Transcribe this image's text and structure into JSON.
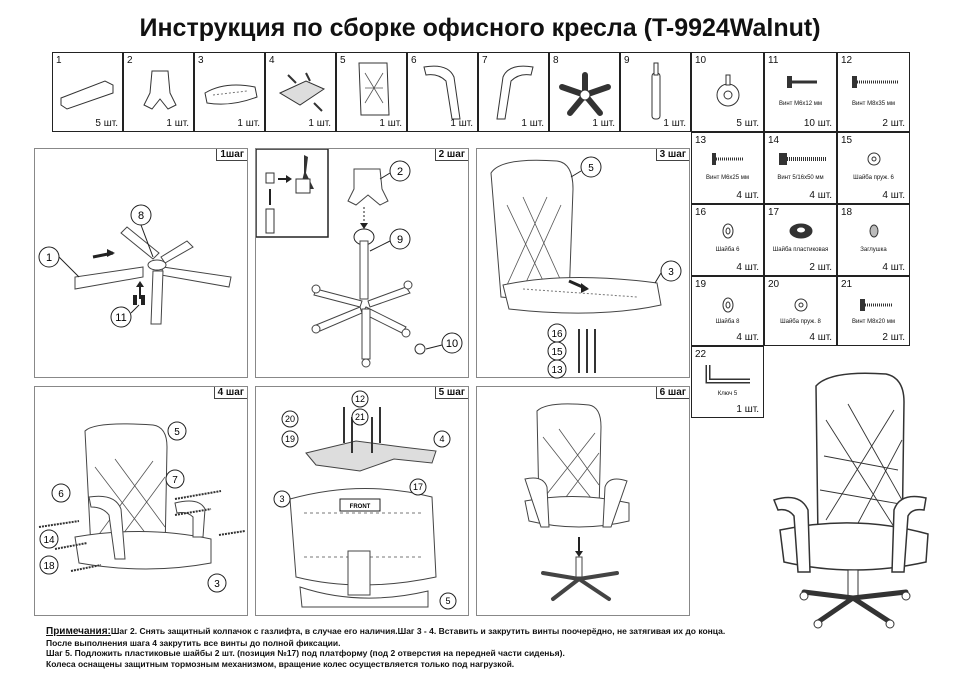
{
  "title": "Инструкция по сборке офисного кресла (T-9924Walnut)",
  "parts": [
    {
      "num": "1",
      "qty": "5 шт.",
      "caption": ""
    },
    {
      "num": "2",
      "qty": "1 шт.",
      "caption": ""
    },
    {
      "num": "3",
      "qty": "1 шт.",
      "caption": ""
    },
    {
      "num": "4",
      "qty": "1 шт.",
      "caption": ""
    },
    {
      "num": "5",
      "qty": "1 шт.",
      "caption": ""
    },
    {
      "num": "6",
      "qty": "1 шт.",
      "caption": ""
    },
    {
      "num": "7",
      "qty": "1 шт.",
      "caption": ""
    },
    {
      "num": "8",
      "qty": "1 шт.",
      "caption": ""
    },
    {
      "num": "9",
      "qty": "1 шт.",
      "caption": ""
    },
    {
      "num": "10",
      "qty": "5 шт.",
      "caption": ""
    },
    {
      "num": "11",
      "qty": "10 шт.",
      "caption": "Винт М6х12 мм"
    },
    {
      "num": "12",
      "qty": "2 шт.",
      "caption": "Винт М8х35 мм"
    },
    {
      "num": "13",
      "qty": "4 шт.",
      "caption": "Винт М6х25 мм"
    },
    {
      "num": "14",
      "qty": "4 шт.",
      "caption": "Винт 5/16х50 мм"
    },
    {
      "num": "15",
      "qty": "4 шт.",
      "caption": "Шайба пруж. 6"
    },
    {
      "num": "16",
      "qty": "4 шт.",
      "caption": "Шайба 6"
    },
    {
      "num": "17",
      "qty": "2 шт.",
      "caption": "Шайба пластиковая"
    },
    {
      "num": "18",
      "qty": "4 шт.",
      "caption": "Заглушка"
    },
    {
      "num": "19",
      "qty": "4 шт.",
      "caption": "Шайба 8"
    },
    {
      "num": "20",
      "qty": "4 шт.",
      "caption": "Шайба пруж. 8"
    },
    {
      "num": "21",
      "qty": "2 шт.",
      "caption": "Винт М8х20 мм"
    },
    {
      "num": "22",
      "qty": "1 шт.",
      "caption": "Ключ 5"
    }
  ],
  "steps": [
    {
      "label": "1шаг",
      "callouts": [
        "1",
        "8",
        "11"
      ]
    },
    {
      "label": "2 шаг",
      "callouts": [
        "2",
        "9",
        "10"
      ]
    },
    {
      "label": "3 шаг",
      "callouts": [
        "5",
        "3",
        "16",
        "15",
        "13"
      ]
    },
    {
      "label": "4 шаг",
      "callouts": [
        "5",
        "7",
        "6",
        "14",
        "18",
        "3"
      ]
    },
    {
      "label": "5 шаг",
      "callouts": [
        "12",
        "20",
        "21",
        "19",
        "4",
        "3",
        "17",
        "5"
      ]
    },
    {
      "label": "6 шаг",
      "callouts": []
    }
  ],
  "front_label": "FRONT",
  "notes": {
    "heading": "Примечания:",
    "line1": "Шаг 2. Снять защитный колпачок с газлифта, в случае его наличия.Шаг 3 - 4. Вставить и закрутить винты поочерёдно, не затягивая их до конца.",
    "line2": "После выполнения шага 4 закрутить все винты до полной фиксации.",
    "line3": "Шаг 5. Подложить пластиковые шайбы 2 шт. (позиция №17) под платформу (под 2 отверстия на передней части сиденья).",
    "line4": "Колеса оснащены защитным тормозным механизмом, вращение колес осуществляется только под нагрузкой."
  }
}
